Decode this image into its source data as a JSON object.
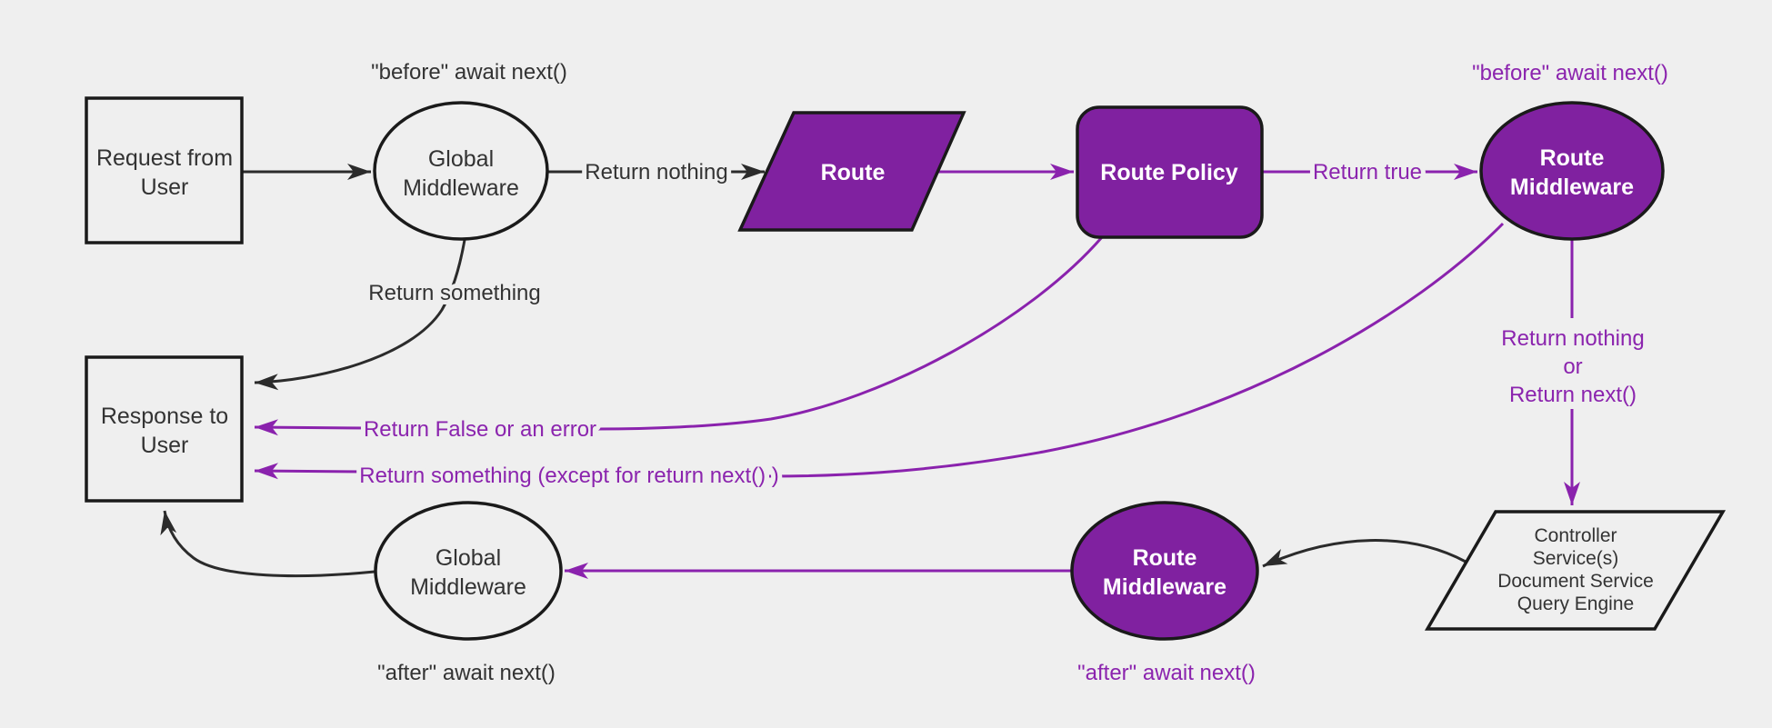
{
  "diagram": {
    "title": "Strapi-style request lifecycle flowchart",
    "background": "#efefef",
    "colors": {
      "node_border": "#1a1a1a",
      "purple_fill": "#8021a0",
      "purple_line": "#8a22ad",
      "purple_text": "#8b24ae",
      "dark_line": "#2b2b2b",
      "dark_text": "#333333",
      "white_text": "#ffffff"
    },
    "nodes": {
      "request": {
        "shape": "rectangle",
        "lines": [
          "Request from",
          "User"
        ]
      },
      "global_middleware_top": {
        "shape": "ellipse",
        "lines": [
          "Global",
          "Middleware"
        ]
      },
      "route": {
        "shape": "parallelogram",
        "label": "Route"
      },
      "route_policy": {
        "shape": "rounded-rectangle",
        "label": "Route Policy"
      },
      "route_middleware_top": {
        "shape": "ellipse",
        "lines": [
          "Route",
          "Middleware"
        ]
      },
      "controller": {
        "shape": "parallelogram",
        "lines": [
          "Controller",
          "Service(s)",
          "Document Service",
          "Query Engine"
        ]
      },
      "route_middleware_bottom": {
        "shape": "ellipse",
        "lines": [
          "Route",
          "Middleware"
        ]
      },
      "global_middleware_bottom": {
        "shape": "ellipse",
        "lines": [
          "Global",
          "Middleware"
        ]
      },
      "response": {
        "shape": "rectangle",
        "lines": [
          "Response to",
          "User"
        ]
      }
    },
    "edge_labels": {
      "before_await_next_black": "\"before\" await next()",
      "before_await_next_purple": "\"before\" await next()",
      "return_nothing_top": "Return nothing",
      "return_true": "Return true",
      "return_something": "Return something",
      "return_stack": [
        "Return nothing",
        "or",
        "Return next()"
      ],
      "return_false_or_error": "Return False or an error",
      "return_something_except": "Return something (except for return next() )",
      "after_await_next_purple": "\"after\" await next()",
      "after_await_next_black": "\"after\" await next()"
    }
  }
}
